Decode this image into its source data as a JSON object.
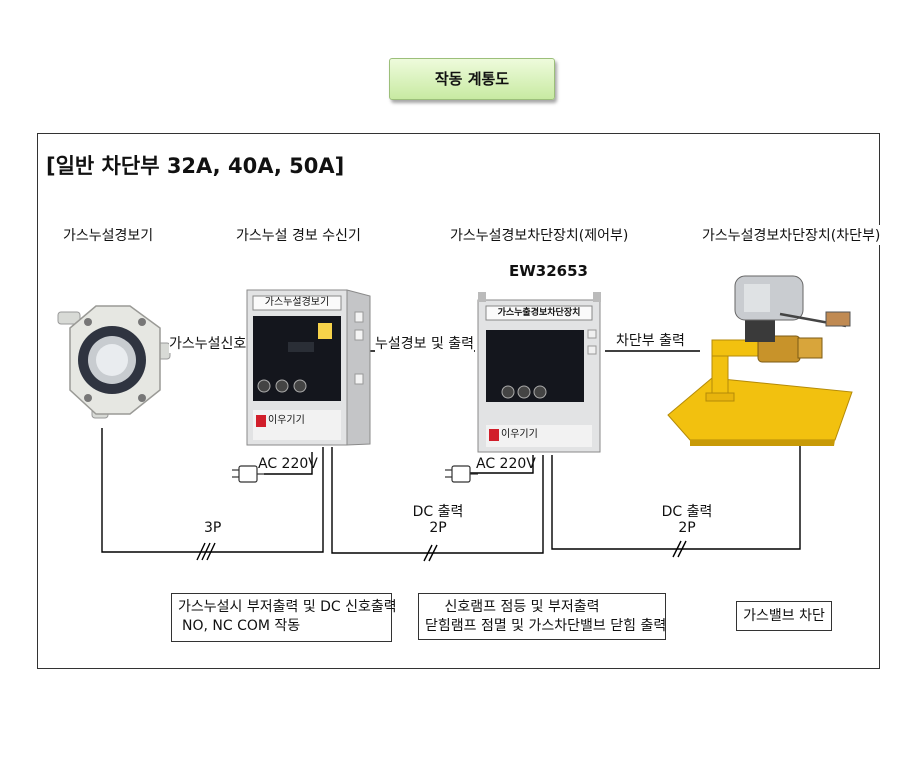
{
  "title": "작동 계통도",
  "heading": "[일반 차단부 32A, 40A, 50A]",
  "devices": {
    "detector": {
      "label": "가스누설경보기"
    },
    "receiver": {
      "label": "가스누설 경보 수신기",
      "panel_title": "가스누설경보기",
      "brand": "이우기기"
    },
    "controller": {
      "label": "가스누설경보차단장치(제어부)",
      "model": "EW32653",
      "panel_title": "가스누출경보차단장치",
      "brand": "이우기기"
    },
    "shutoff": {
      "label": "가스누설경보차단장치(차단부)"
    }
  },
  "signals": {
    "leak_signal": "가스누설신호",
    "alarm_output": "누설경보 및 출력",
    "shutoff_output": "차단부 출력",
    "ac1": "AC 220V",
    "ac2": "AC 220V"
  },
  "cables": {
    "c1": {
      "pins": "3P"
    },
    "c2": {
      "type": "DC 출력",
      "pins": "2P"
    },
    "c3": {
      "type": "DC 출력",
      "pins": "2P"
    }
  },
  "notes": {
    "n1": [
      "가스누설시 부저출력 및 DC 신호출력",
      "NO, NC COM 작동"
    ],
    "n2": [
      "신호램프 점등 및 부저출력",
      "닫힘램프 점멸 및 가스차단밸브 닫힘 출력"
    ],
    "n3": [
      "가스밸브 차단"
    ]
  },
  "colors": {
    "accent_green": "#c8eaa2",
    "valve_yellow": "#f2c10f",
    "panel_gray": "#d9d9db"
  }
}
